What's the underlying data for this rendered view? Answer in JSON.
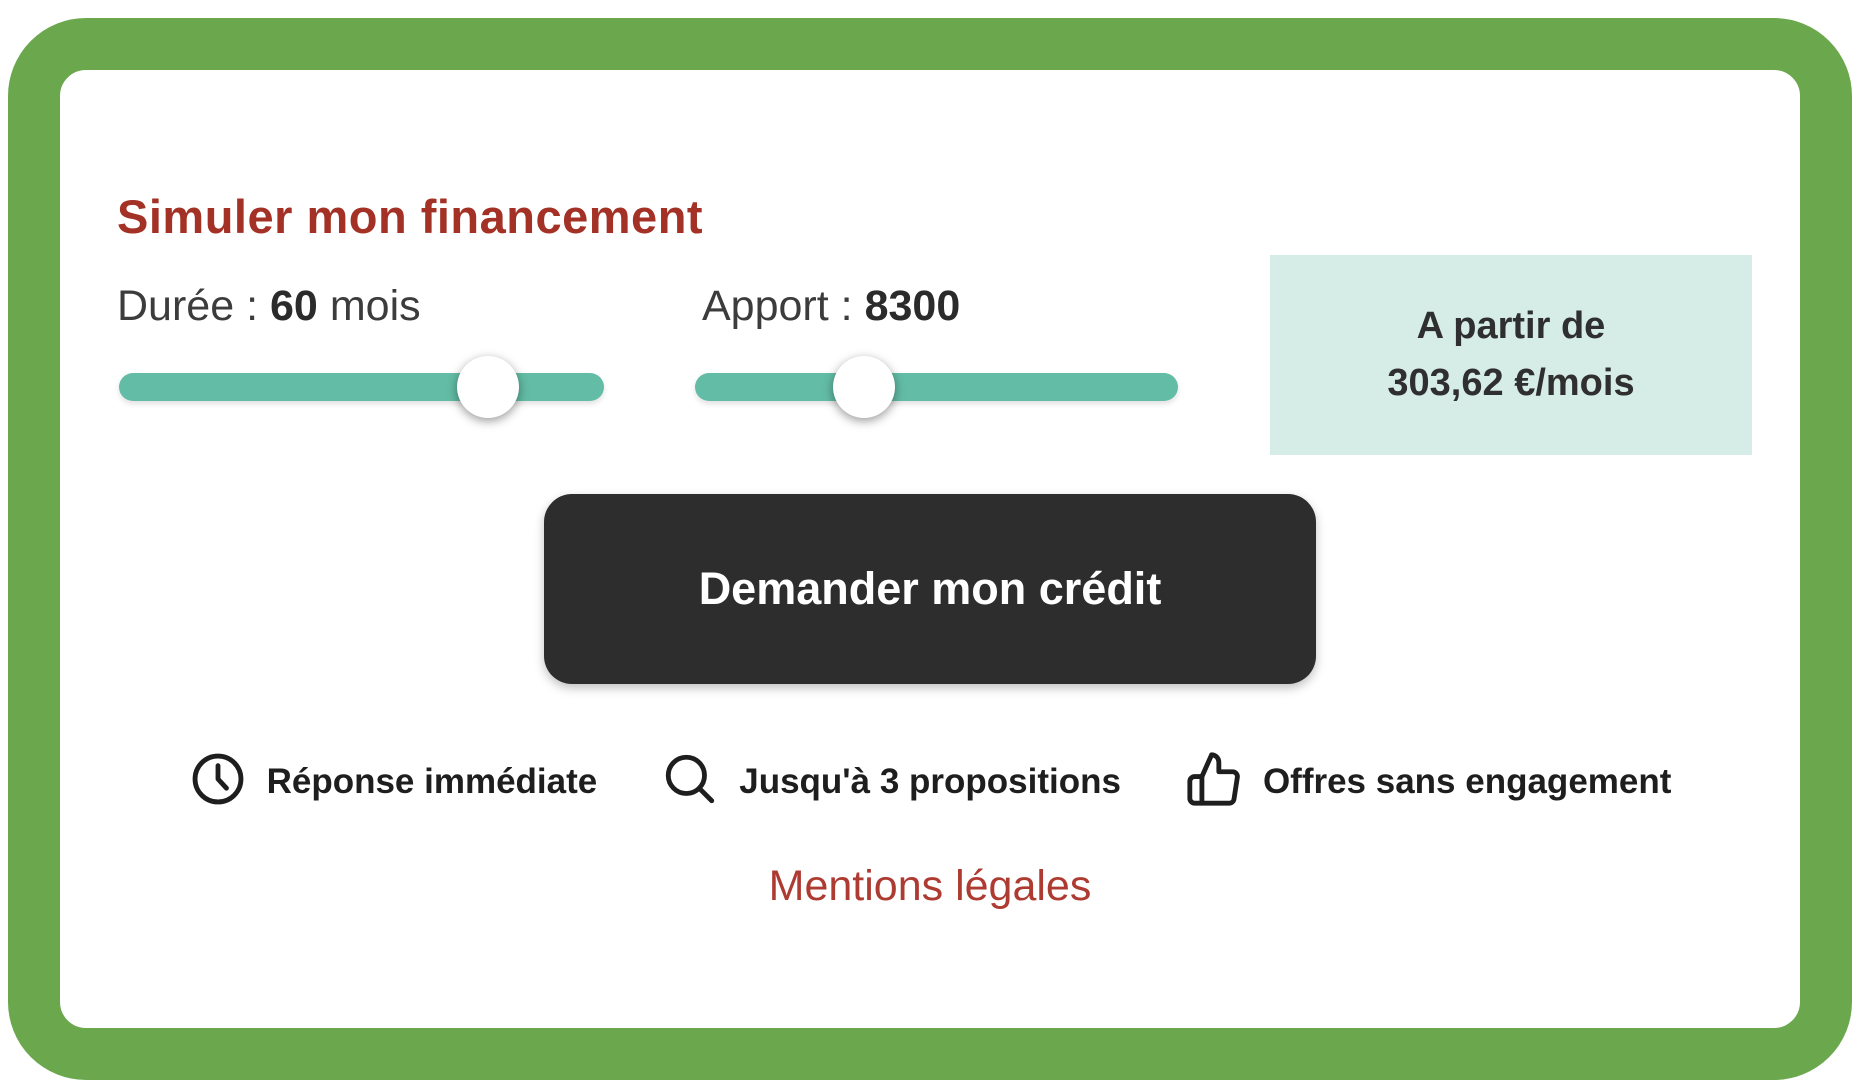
{
  "card": {
    "title": "Simuler mon financement",
    "sliders": [
      {
        "name": "duration",
        "label_prefix": "Durée :",
        "value": "60",
        "label_suffix": "mois",
        "percent": 76
      },
      {
        "name": "down-payment",
        "label_prefix": "Apport :",
        "value": "8300",
        "label_suffix": "",
        "percent": 35
      }
    ],
    "price_box": {
      "line1": "A partir de",
      "line2": "303,62 €/mois"
    },
    "cta_label": "Demander mon crédit",
    "features": [
      {
        "icon": "clock-icon",
        "label": "Réponse immédiate"
      },
      {
        "icon": "magnifier-icon",
        "label": "Jusqu'à 3 propositions"
      },
      {
        "icon": "thumbs-up-icon",
        "label": "Offres sans engagement"
      }
    ],
    "legal_link": "Mentions légales",
    "colors": {
      "frame_green": "#6BA84D",
      "slider_teal": "#63BCA6",
      "price_box_bg": "#D6EDE7",
      "button_bg": "#2E2D2D",
      "title_red": "#A33126",
      "link_red": "#AE3B32",
      "text_dark": "#2B2B2B"
    }
  }
}
